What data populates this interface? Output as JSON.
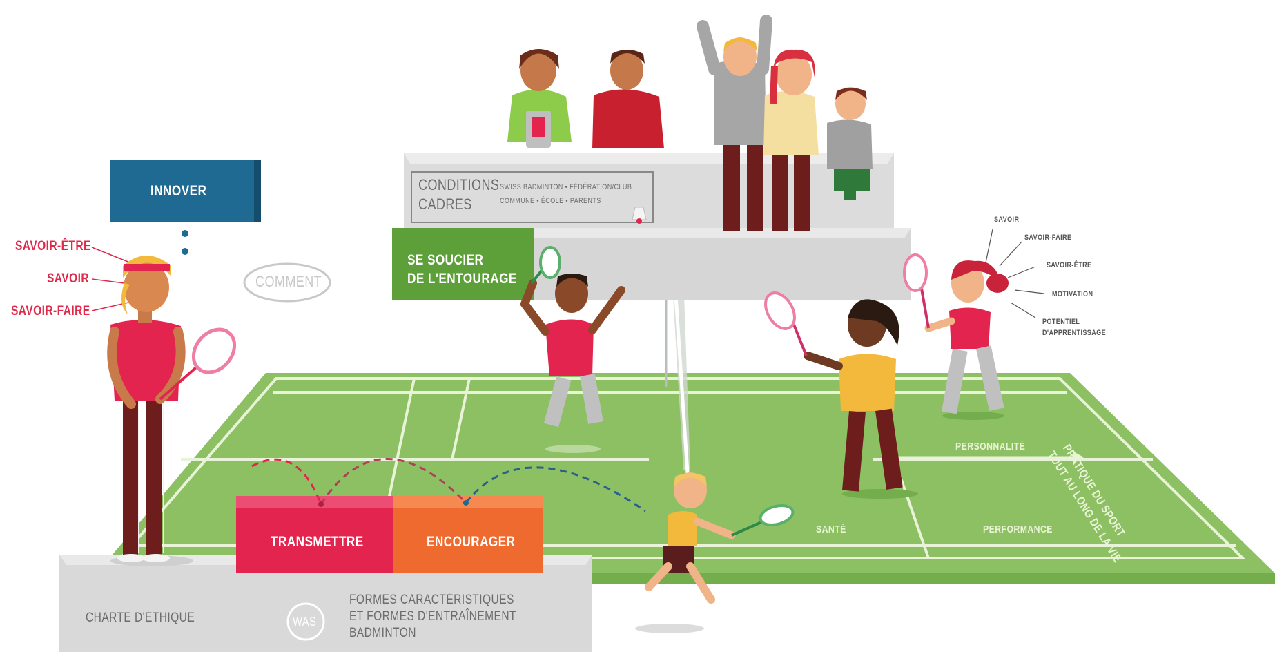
{
  "coach_labels": [
    "SAVOIR-ÊTRE",
    "SAVOIR",
    "SAVOIR-FAIRE"
  ],
  "innover": "INNOVER",
  "comment": "COMMENT",
  "conditions": {
    "title_line1": "CONDITIONS",
    "title_line2": "CADRES",
    "sub_line1": "SWISS BADMINTON • FÉDÉRATION/CLUB",
    "sub_line2": "COMMUNE • ÉCOLE • PARENTS"
  },
  "entourage": {
    "line1": "SE SOUCIER",
    "line2": "DE L'ENTOURAGE"
  },
  "transmettre": "TRANSMETTRE",
  "encourager": "ENCOURAGER",
  "charte": "CHARTE D'ÉTHIQUE",
  "was_logo": "WAS",
  "formes": {
    "line1": "FORMES CARACTÉRISTIQUES",
    "line2": "ET FORMES D'ENTRAÎNEMENT",
    "line3": "BADMINTON"
  },
  "player_labels": [
    "SAVOIR",
    "SAVOIR-FAIRE",
    "SAVOIR-ÊTRE",
    "MOTIVATION",
    "POTENTIEL",
    "D'APPRENTISSAGE"
  ],
  "court_labels": {
    "personnalite": "PERSONNALITÉ",
    "sante": "SANTÉ",
    "performance": "PERFORMANCE",
    "pratique_line1": "PRATIQUE DU SPORT",
    "pratique_line2": "TOUT AU LONG DE LA VIE"
  },
  "colors": {
    "court_green": "#8cc063",
    "court_dark": "#74ad4c",
    "innover_blue": "#1e6a92",
    "entourage_green": "#5da03a",
    "transmettre_red": "#e3244e",
    "encourager_orange": "#ef6a2e",
    "accent_red": "#e0284a",
    "platform_grey": "#d9d9d9"
  }
}
